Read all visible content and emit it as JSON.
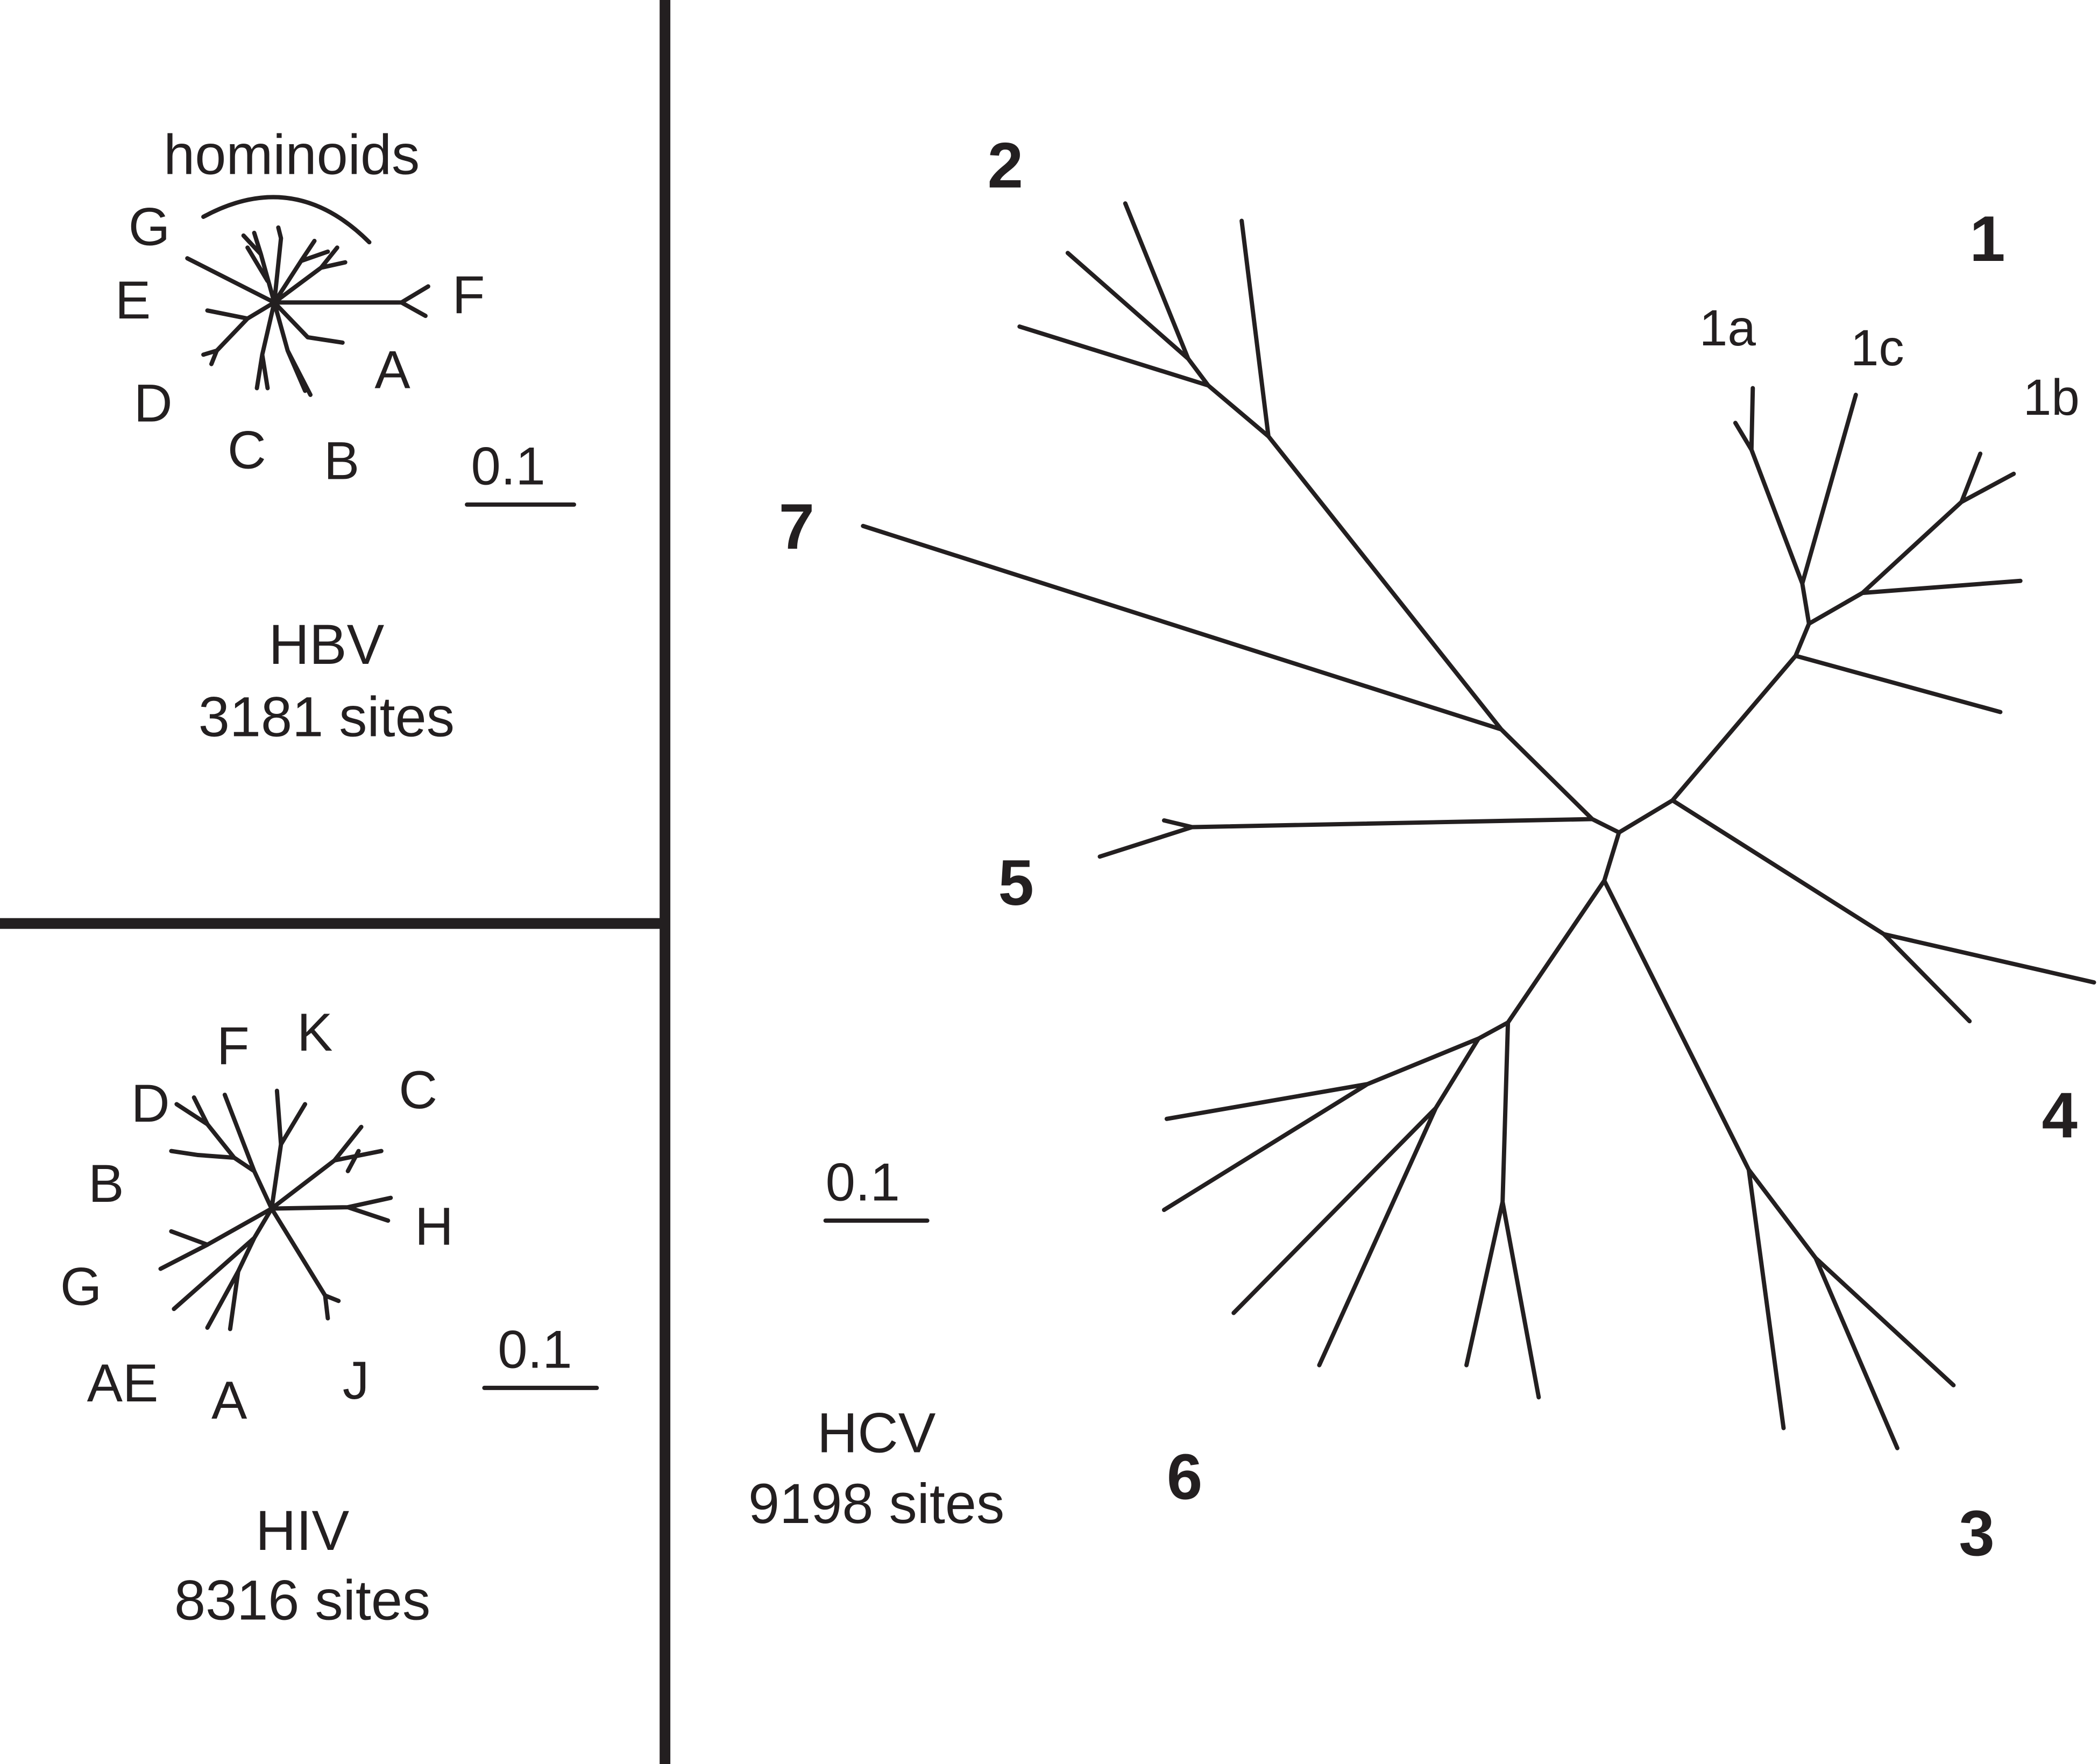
{
  "hbv": {
    "group_label": "hominoids",
    "genotypes": [
      "G",
      "E",
      "F",
      "D",
      "A",
      "C",
      "B"
    ],
    "scale": "0.1",
    "name": "HBV",
    "sites": "3181 sites"
  },
  "hiv": {
    "subtypes": [
      "F",
      "K",
      "D",
      "C",
      "B",
      "H",
      "G",
      "AE",
      "A",
      "J"
    ],
    "scale": "0.1",
    "name": "HIV",
    "sites": "8316 sites"
  },
  "hcv": {
    "genotypes": [
      "2",
      "1",
      "7",
      "5",
      "4",
      "6",
      "3"
    ],
    "subtypes": [
      "1a",
      "1c",
      "1b"
    ],
    "scale": "0.1",
    "name": "HCV",
    "sites": "9198 sites"
  }
}
